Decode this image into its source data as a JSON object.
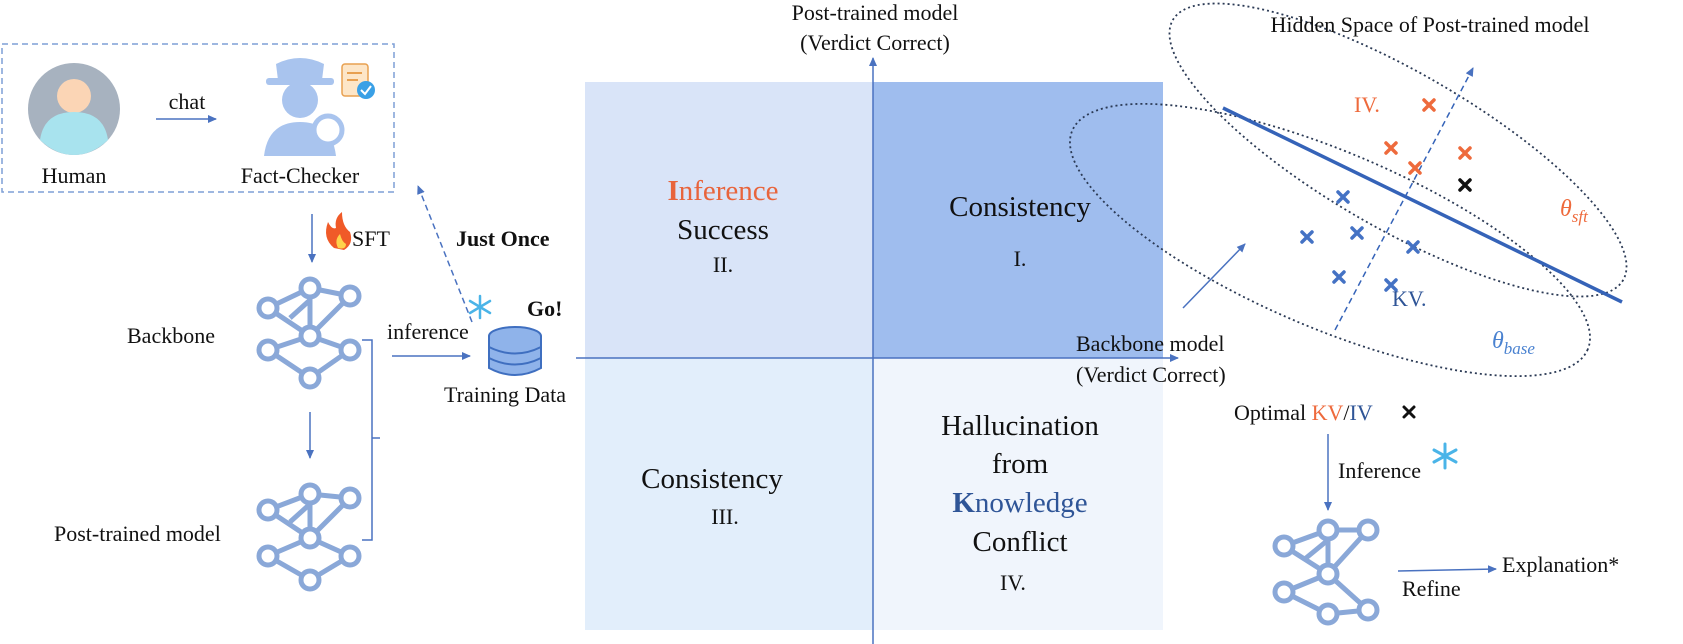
{
  "left_panel": {
    "human_label": "Human",
    "chat_label": "chat",
    "fact_checker_label": "Fact-Checker",
    "sft_label": "SFT",
    "just_once_label": "Just Once",
    "backbone_label": "Backbone",
    "inference_label": "inference",
    "go_label": "Go!",
    "training_data_label": "Training Data",
    "post_trained_label": "Post-trained model"
  },
  "quadrant_chart": {
    "y_axis_label_line1": "Post-trained model",
    "y_axis_label_line2": "(Verdict Correct)",
    "x_axis_label_line1": "Backbone model",
    "x_axis_label_line2": "(Verdict Correct)",
    "q1": {
      "title": "Consistency",
      "numeral": "I.",
      "color": "#9fbdee"
    },
    "q2": {
      "title_initial": "I",
      "title_rest": "nference",
      "subtitle": "Success",
      "numeral": "II.",
      "color": "#d9e4f8",
      "accent": "#e8643c"
    },
    "q3": {
      "title": "Consistency",
      "numeral": "III.",
      "color": "#e2eefb"
    },
    "q4": {
      "line1": "Hallucination",
      "line2": "from",
      "line3_initial": "K",
      "line3_rest": "nowledge",
      "line4": "Conflict",
      "numeral": "IV.",
      "color": "#f0f5fc",
      "accent": "#2f5597"
    }
  },
  "hidden_space": {
    "title": "Hidden Space of Post-trained model",
    "iv_label": "IV.",
    "kv_label": "KV.",
    "theta_sft_base": "θ",
    "theta_sft_sub": "sft",
    "theta_base_base": "θ",
    "theta_base_sub": "base",
    "optimal_prefix": "Optimal ",
    "optimal_kv": "KV",
    "optimal_sep": "/",
    "optimal_iv": "IV",
    "inference_label": "Inference",
    "refine_label": "Refine",
    "explanation_label": "Explanation*",
    "colors": {
      "iv": "#ee6a3c",
      "kv": "#4472c4",
      "line": "#3563b8"
    }
  }
}
